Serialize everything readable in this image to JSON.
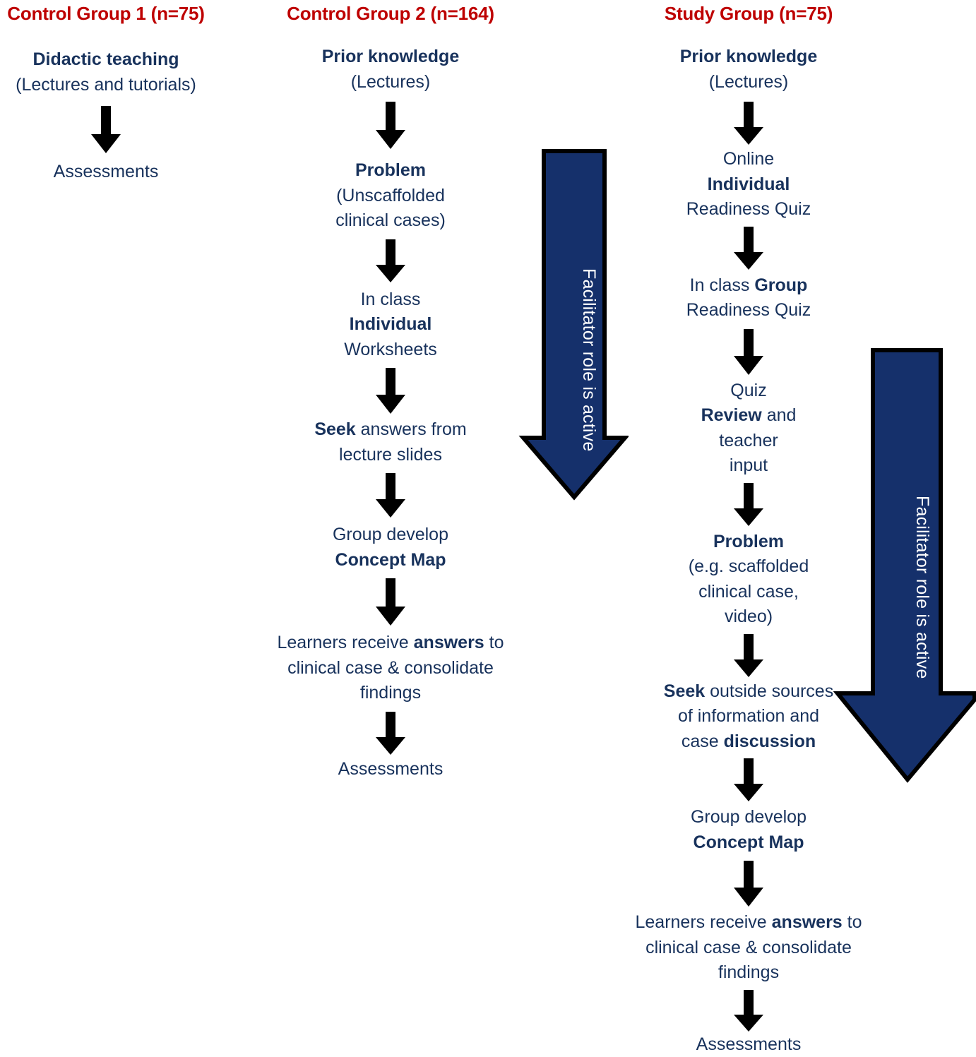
{
  "diagram": {
    "title_color": "#BE0000",
    "node_color": "#18325C",
    "arrow_color": "#000000",
    "facilitator_fill": "#15306B",
    "facilitator_stroke": "#000000",
    "facilitator_text_color": "#FFFFFF"
  },
  "columns": [
    {
      "id": "control-group-1",
      "title": "Control Group 1 (n=75)",
      "nodes": [
        {
          "line1": "Didactic teaching",
          "line1_bold": true,
          "line2": "(Lectures and tutorials)",
          "line2_bold": false
        },
        {
          "line1": "Assessments",
          "line1_bold": false
        }
      ]
    },
    {
      "id": "control-group-2",
      "title": "Control Group 2 (n=164)",
      "nodes": [
        {
          "line1": "Prior knowledge",
          "line2": "(Lectures)"
        },
        {
          "line1": "Problem",
          "line2": "(Unscaffolded",
          "line3": "clinical cases)"
        },
        {
          "line1": "In class",
          "line2": "Individual",
          "line3": "Worksheets"
        },
        {
          "line1": "Seek answers from",
          "line2": "lecture slides"
        },
        {
          "line1": "Group develop",
          "line2": "Concept Map"
        },
        {
          "line1": "Learners receive answers to",
          "line2": "clinical case & consolidate",
          "line3": "findings"
        },
        {
          "line1": "Assessments"
        }
      ]
    },
    {
      "id": "study-group",
      "title": "Study Group (n=75)",
      "nodes": [
        {
          "line1": "Prior knowledge",
          "line2": "(Lectures)"
        },
        {
          "line1": "Online",
          "line2": "Individual",
          "line3": "Readiness Quiz"
        },
        {
          "line1": "In class Group",
          "line2": "Readiness Quiz"
        },
        {
          "line1": "Quiz",
          "line2": "Review and",
          "line3": "teacher",
          "line4": "input"
        },
        {
          "line1": "Problem",
          "line2": "(e.g. scaffolded",
          "line3": "clinical case,",
          "line4": "video)"
        },
        {
          "line1": "Seek outside sources",
          "line2": "of information and",
          "line3": "case discussion"
        },
        {
          "line1": "Group develop",
          "line2": "Concept Map"
        },
        {
          "line1": "Learners receive answers to",
          "line2": "clinical case & consolidate",
          "line3": "findings"
        },
        {
          "line1": "Assessments"
        }
      ]
    }
  ],
  "facilitator_arrows": [
    {
      "id": "facilitator-arrow-1",
      "label_line1": "Facilitator",
      "label_line2": "role is active"
    },
    {
      "id": "facilitator-arrow-2",
      "label_line1": "Facilitator",
      "label_line2": "role is active"
    }
  ]
}
